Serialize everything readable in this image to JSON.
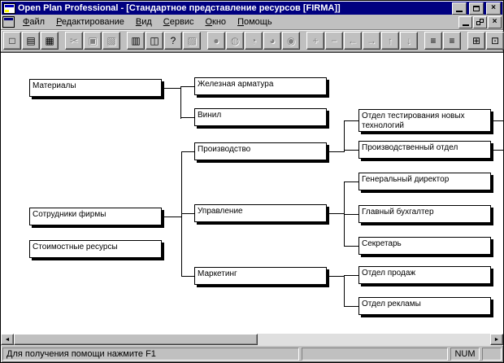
{
  "window": {
    "title": "Open Plan Professional - [Стандартное представление ресурсов [FIRMA]]"
  },
  "menu": {
    "items": [
      "Файл",
      "Редактирование",
      "Вид",
      "Сервис",
      "Окно",
      "Помощь"
    ]
  },
  "toolbar": {
    "buttons": [
      {
        "name": "new",
        "glyph": "□",
        "enabled": true
      },
      {
        "name": "open",
        "glyph": "▤",
        "enabled": true
      },
      {
        "name": "save",
        "glyph": "▦",
        "enabled": true
      },
      {
        "name": "cut",
        "glyph": "✂",
        "enabled": false
      },
      {
        "name": "copy",
        "glyph": "▣",
        "enabled": false
      },
      {
        "name": "paste",
        "glyph": "▧",
        "enabled": false
      },
      {
        "name": "print",
        "glyph": "▥",
        "enabled": true
      },
      {
        "name": "print-preview",
        "glyph": "◫",
        "enabled": true
      },
      {
        "name": "help",
        "glyph": "?",
        "enabled": true
      },
      {
        "name": "context-help",
        "glyph": "▨",
        "enabled": false
      },
      {
        "name": "resource-view-1",
        "glyph": "●",
        "enabled": false
      },
      {
        "name": "resource-view-2",
        "glyph": "◍",
        "enabled": false
      },
      {
        "name": "resource-view-3",
        "glyph": "◔",
        "enabled": false
      },
      {
        "name": "resource-view-4",
        "glyph": "◕",
        "enabled": false
      },
      {
        "name": "resource-view-5",
        "glyph": "◉",
        "enabled": false
      },
      {
        "name": "add",
        "glyph": "+",
        "enabled": false
      },
      {
        "name": "remove",
        "glyph": "−",
        "enabled": false
      },
      {
        "name": "move-left",
        "glyph": "←",
        "enabled": false
      },
      {
        "name": "move-right",
        "glyph": "→",
        "enabled": false
      },
      {
        "name": "move-up",
        "glyph": "↑",
        "enabled": false
      },
      {
        "name": "move-down",
        "glyph": "↓",
        "enabled": false
      },
      {
        "name": "outline-view",
        "glyph": "≡",
        "enabled": true
      },
      {
        "name": "table-view",
        "glyph": "≡",
        "enabled": true
      },
      {
        "name": "network-view",
        "glyph": "⊞",
        "enabled": true
      },
      {
        "name": "organizer",
        "glyph": "⊡",
        "enabled": true
      }
    ]
  },
  "diagram": {
    "nodes": [
      {
        "id": "materials",
        "label": "Материалы"
      },
      {
        "id": "company-employees",
        "label": "Сотрудники фирмы"
      },
      {
        "id": "cost-resources",
        "label": "Стоимостные ресурсы"
      },
      {
        "id": "iron-rebar",
        "label": "Железная арматура"
      },
      {
        "id": "vinyl",
        "label": "Винил"
      },
      {
        "id": "production",
        "label": "Производство"
      },
      {
        "id": "management",
        "label": "Управление"
      },
      {
        "id": "marketing",
        "label": "Маркетинг"
      },
      {
        "id": "new-tech-testing",
        "label": "Отдел тестирования новых технологий"
      },
      {
        "id": "production-dept",
        "label": "Производственный отдел"
      },
      {
        "id": "general-director",
        "label": "Генеральный директор"
      },
      {
        "id": "chief-accountant",
        "label": "Главный бухгалтер"
      },
      {
        "id": "secretary",
        "label": "Секретарь"
      },
      {
        "id": "sales-dept",
        "label": "Отдел продаж"
      },
      {
        "id": "advertising-dept",
        "label": "Отдел рекламы"
      }
    ],
    "edges": [
      [
        "Материалы",
        "Железная арматура"
      ],
      [
        "Материалы",
        "Винил"
      ],
      [
        "Сотрудники фирмы",
        "Производство"
      ],
      [
        "Сотрудники фирмы",
        "Управление"
      ],
      [
        "Сотрудники фирмы",
        "Маркетинг"
      ],
      [
        "Производство",
        "Отдел тестирования новых технологий"
      ],
      [
        "Производство",
        "Производственный отдел"
      ],
      [
        "Управление",
        "Генеральный директор"
      ],
      [
        "Управление",
        "Главный бухгалтер"
      ],
      [
        "Управление",
        "Секретарь"
      ],
      [
        "Маркетинг",
        "Отдел продаж"
      ],
      [
        "Маркетинг",
        "Отдел рекламы"
      ]
    ]
  },
  "statusbar": {
    "help_text": "Для получения помощи нажмите F1",
    "num_indicator": "NUM"
  },
  "icons": {
    "close": "×",
    "scroll_left": "◄",
    "scroll_right": "►"
  },
  "colors": {
    "titlebar": "#000080",
    "chrome": "#c0c0c0",
    "canvas": "#ffffff"
  }
}
